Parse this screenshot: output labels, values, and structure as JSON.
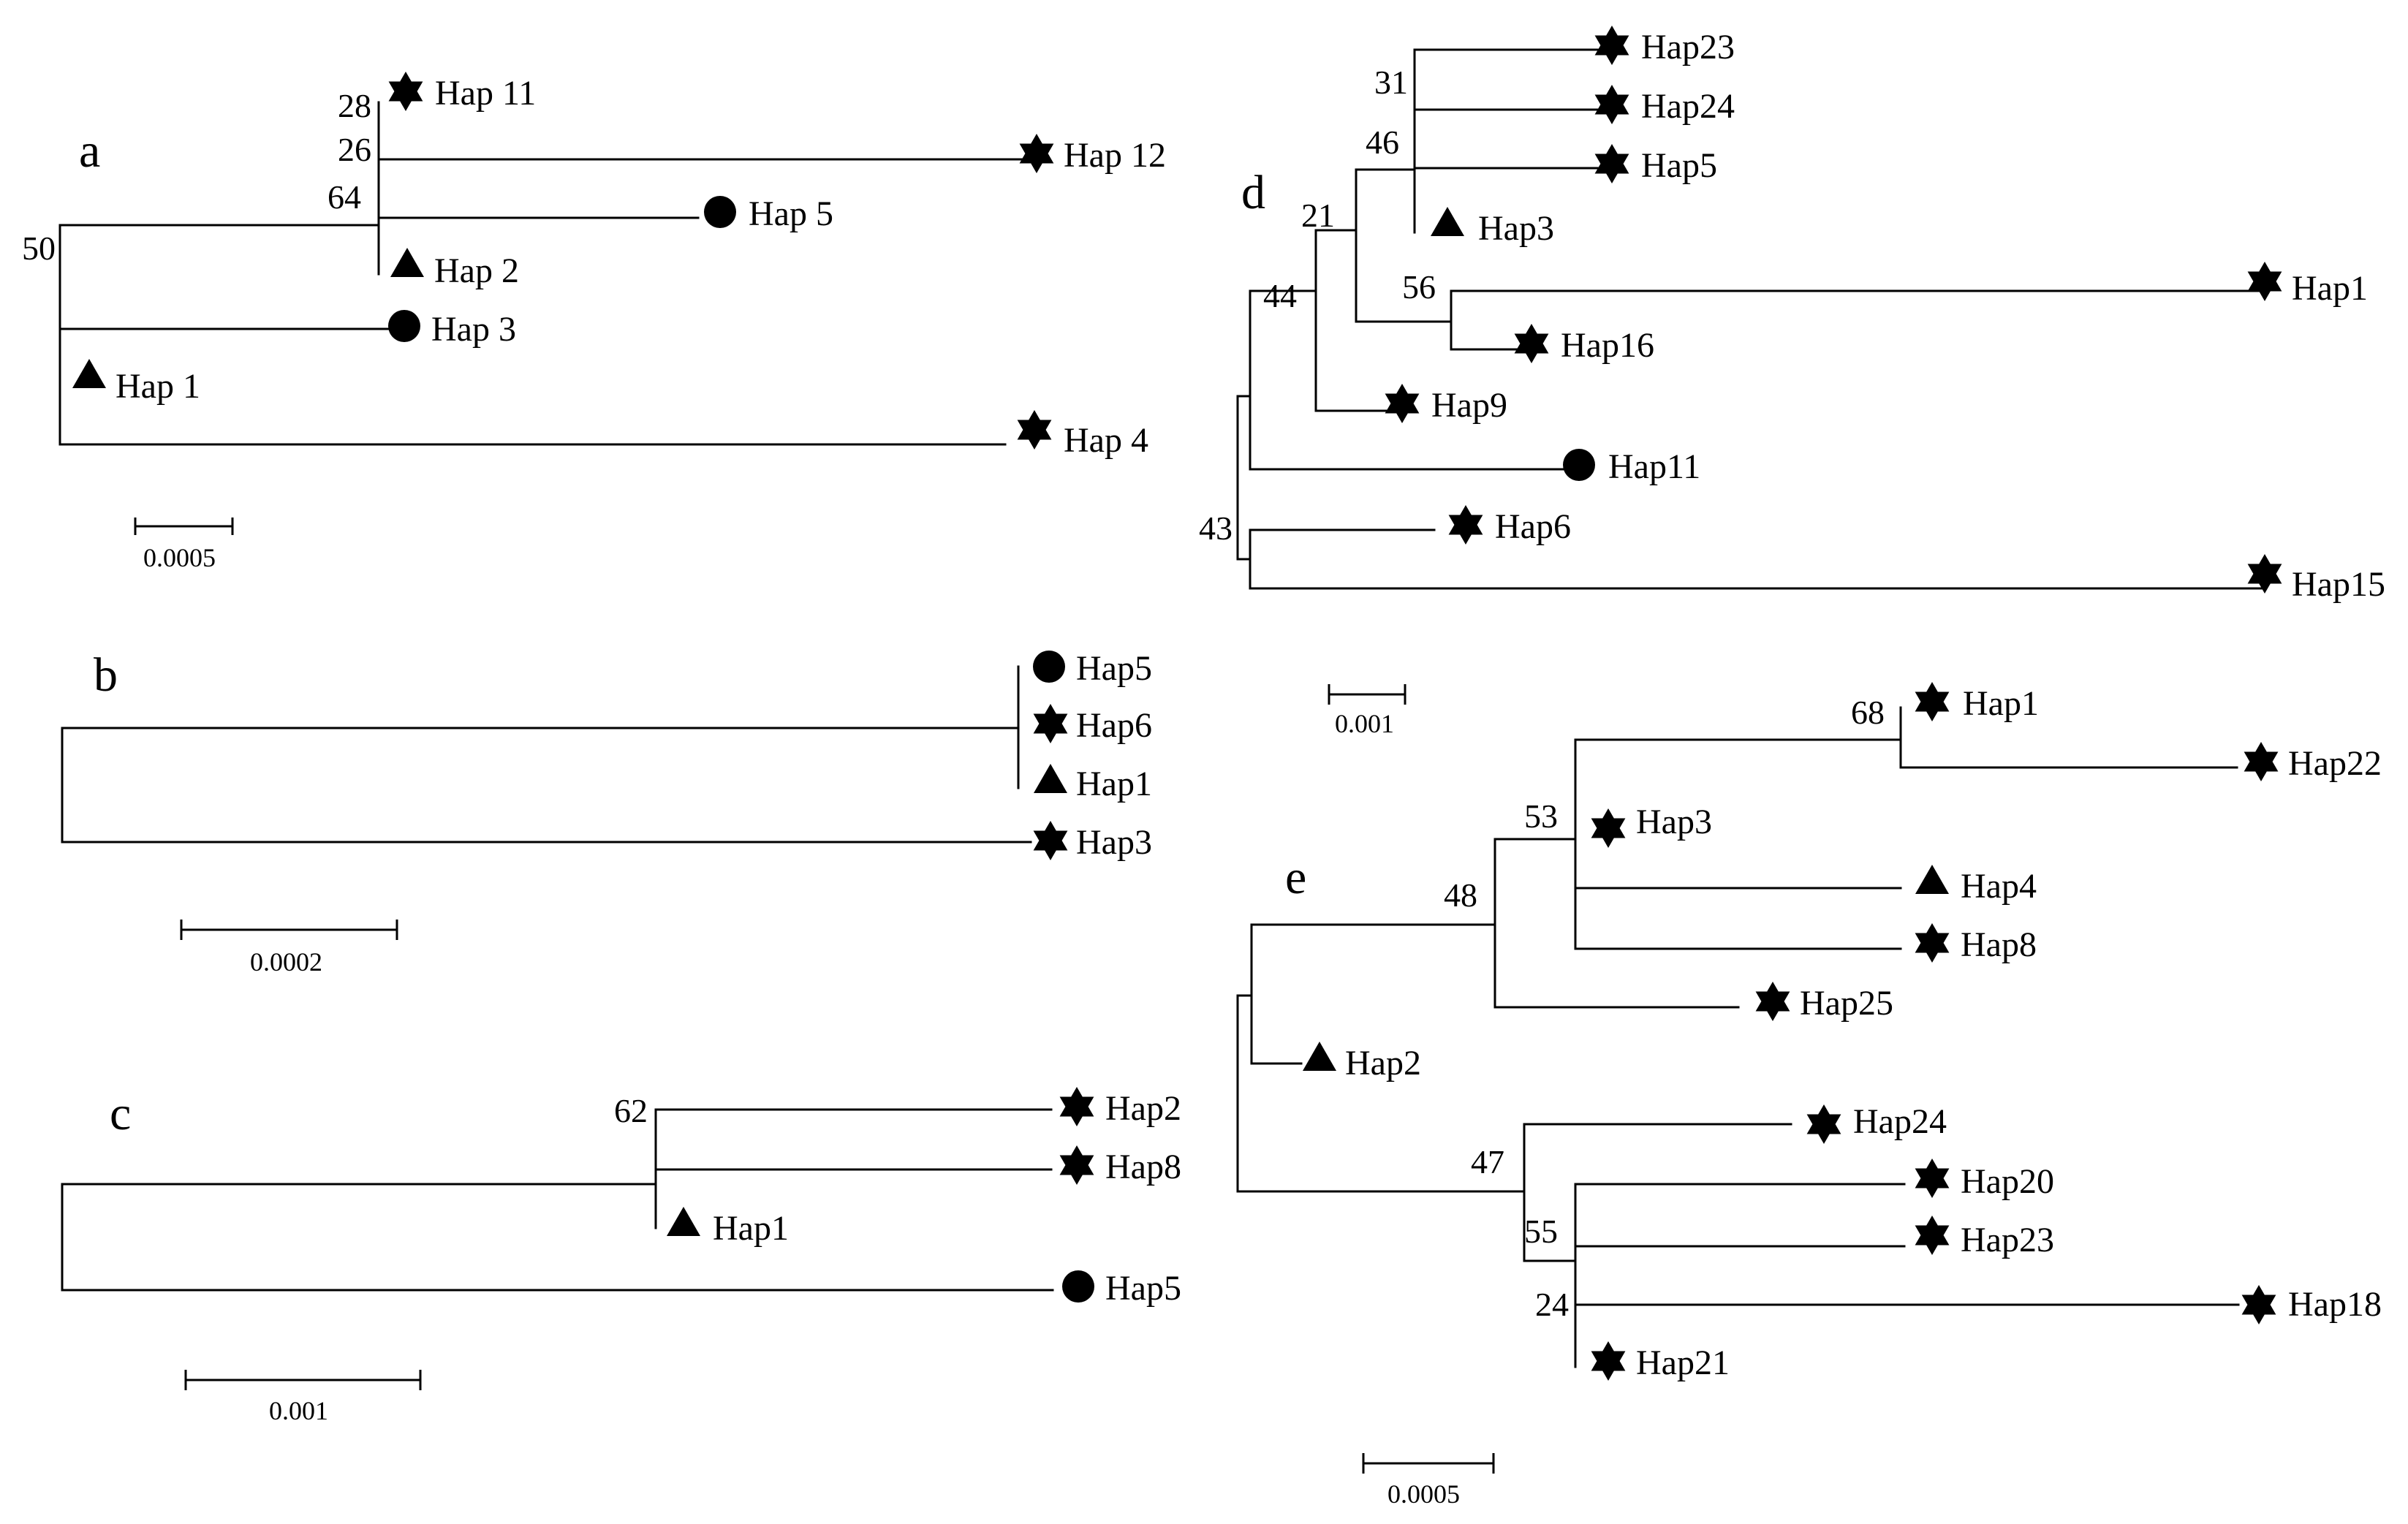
{
  "figure": {
    "panels": [
      {
        "id": "a",
        "letter": "a",
        "scale_label": "0.0005",
        "leaves": [
          {
            "label": "Hap 11",
            "marker": "star"
          },
          {
            "label": "Hap 12",
            "marker": "star"
          },
          {
            "label": "Hap 5",
            "marker": "circle"
          },
          {
            "label": "Hap 2",
            "marker": "triangle"
          },
          {
            "label": "Hap 3",
            "marker": "circle"
          },
          {
            "label": "Hap 1",
            "marker": "triangle"
          },
          {
            "label": "Hap 4",
            "marker": "star"
          }
        ],
        "support_values": [
          "28",
          "26",
          "64",
          "50"
        ]
      },
      {
        "id": "b",
        "letter": "b",
        "scale_label": "0.0002",
        "leaves": [
          {
            "label": "Hap5",
            "marker": "circle"
          },
          {
            "label": "Hap6",
            "marker": "star"
          },
          {
            "label": "Hap1",
            "marker": "triangle"
          },
          {
            "label": "Hap3",
            "marker": "star"
          }
        ],
        "support_values": []
      },
      {
        "id": "c",
        "letter": "c",
        "scale_label": "0.001",
        "leaves": [
          {
            "label": "Hap2",
            "marker": "star"
          },
          {
            "label": "Hap8",
            "marker": "star"
          },
          {
            "label": "Hap1",
            "marker": "triangle"
          },
          {
            "label": "Hap5",
            "marker": "circle"
          }
        ],
        "support_values": [
          "62"
        ]
      },
      {
        "id": "d",
        "letter": "d",
        "scale_label": "0.001",
        "leaves": [
          {
            "label": "Hap23",
            "marker": "star"
          },
          {
            "label": "Hap24",
            "marker": "star"
          },
          {
            "label": "Hap5",
            "marker": "star"
          },
          {
            "label": "Hap3",
            "marker": "triangle"
          },
          {
            "label": "Hap1",
            "marker": "star"
          },
          {
            "label": "Hap16",
            "marker": "star"
          },
          {
            "label": "Hap9",
            "marker": "star"
          },
          {
            "label": "Hap11",
            "marker": "circle"
          },
          {
            "label": "Hap6",
            "marker": "star"
          },
          {
            "label": "Hap15",
            "marker": "star"
          }
        ],
        "support_values": [
          "31",
          "46",
          "21",
          "56",
          "44",
          "43"
        ]
      },
      {
        "id": "e",
        "letter": "e",
        "scale_label": "0.0005",
        "leaves": [
          {
            "label": "Hap1",
            "marker": "star"
          },
          {
            "label": "Hap22",
            "marker": "star"
          },
          {
            "label": "Hap3",
            "marker": "star"
          },
          {
            "label": "Hap4",
            "marker": "triangle"
          },
          {
            "label": "Hap8",
            "marker": "star"
          },
          {
            "label": "Hap25",
            "marker": "star"
          },
          {
            "label": "Hap2",
            "marker": "triangle"
          },
          {
            "label": "Hap24",
            "marker": "star"
          },
          {
            "label": "Hap20",
            "marker": "star"
          },
          {
            "label": "Hap23",
            "marker": "star"
          },
          {
            "label": "Hap18",
            "marker": "star"
          },
          {
            "label": "Hap21",
            "marker": "star"
          }
        ],
        "support_values": [
          "68",
          "53",
          "48",
          "47",
          "55",
          "24"
        ]
      }
    ]
  }
}
